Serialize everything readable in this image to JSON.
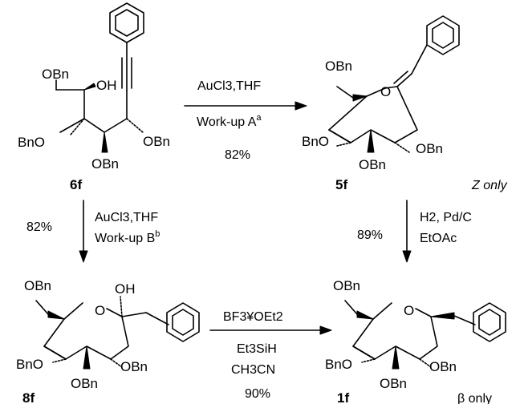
{
  "scheme": {
    "compounds": {
      "c6f": {
        "label": "6f",
        "groups": {
          "obn_top": "OBn",
          "oh": "OH",
          "bno": "BnO",
          "obn_right": "OBn",
          "obn_bottom": "OBn"
        }
      },
      "c5f": {
        "label": "5f",
        "stereo_note": "Z only",
        "groups": {
          "obn_top": "OBn",
          "ring_o": "O",
          "bno": "BnO",
          "obn_right": "OBn",
          "obn_bottom": "OBn"
        }
      },
      "c8f": {
        "label": "8f",
        "groups": {
          "obn_top": "OBn",
          "ring_o": "O",
          "oh": "OH",
          "bno": "BnO",
          "obn_right": "OBn",
          "obn_bottom": "OBn"
        }
      },
      "c1f": {
        "label": "1f",
        "stereo_note": "β only",
        "groups": {
          "obn_top": "OBn",
          "ring_o": "O",
          "bno": "BnO",
          "obn_right": "OBn",
          "obn_bottom": "OBn"
        }
      }
    },
    "reactions": {
      "r_6f_5f": {
        "line1": "AuCl3,THF",
        "line2": "Work-up A",
        "line2_sup": "a",
        "yield": "82%"
      },
      "r_6f_8f": {
        "line1": "AuCl3,THF",
        "line2": "Work-up B",
        "line2_sup": "b",
        "yield": "82%"
      },
      "r_5f_1f": {
        "line1": "H2, Pd/C",
        "line2": "EtOAc",
        "yield": "89%"
      },
      "r_8f_1f": {
        "line1": "BF3¥OEt2",
        "line2": "Et3SiH",
        "line3": "CH3CN",
        "yield": "90%"
      }
    }
  }
}
